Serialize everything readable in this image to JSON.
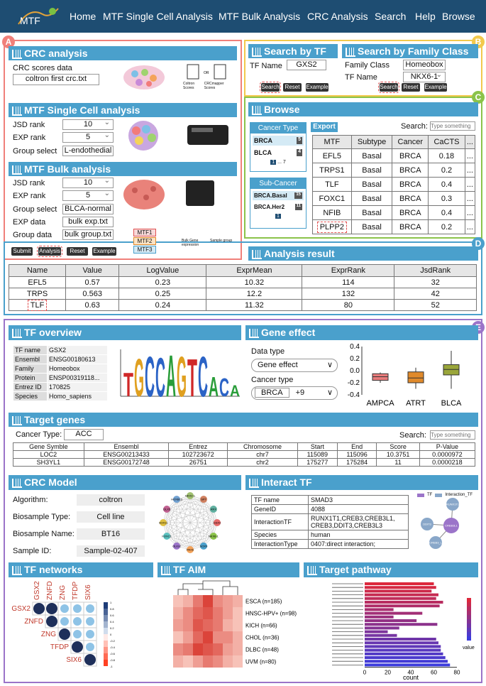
{
  "nav": {
    "links": [
      "Home",
      "MTF Single Cell Analysis",
      "MTF Bulk Analysis",
      "CRC Analysis",
      "Search",
      "Help",
      "Browse"
    ],
    "logo": "MTF"
  },
  "badges": {
    "a": "A",
    "b": "B",
    "c": "C",
    "d": "D",
    "e": "E"
  },
  "crc": {
    "title": "CRC analysis",
    "scores_label": "CRC scores data",
    "scores_value": "coltron first crc.txt",
    "fig_labels": [
      "Coltron Scores",
      "CRCmapper Scores"
    ],
    "fig_or": "OR"
  },
  "single": {
    "title": "MTF Single Cell analysis",
    "jsd_label": "JSD rank",
    "jsd": "10",
    "exp_label": "EXP rank",
    "exp": "5",
    "group_label": "Group select",
    "group": "L-endothedial"
  },
  "bulk": {
    "title": "MTF Bulk analysis",
    "jsd_label": "JSD rank",
    "jsd": "10",
    "exp_label": "EXP rank",
    "exp": "5",
    "group_label": "Group select",
    "group": "BLCA-normal",
    "expdata_label": "EXP data",
    "expdata": "bulk exp.txt",
    "groupdata_label": "Group data",
    "groupdata": "bulk group.txt",
    "buttons": [
      "Submit",
      "Analysis",
      "Reset",
      "Example"
    ],
    "mtfs": [
      "MTF1",
      "MTF2",
      "MTF3"
    ],
    "file_labels": [
      "Bulk Gene expression",
      "Sample group"
    ]
  },
  "searchTF": {
    "title": "Search by TF",
    "tf_label": "TF Name",
    "tf": "GXS2",
    "buttons": [
      "Search",
      "Reset",
      "Example"
    ]
  },
  "searchFam": {
    "title": "Search by Family Class",
    "fam_label": "Family Class",
    "fam": "Homeobox",
    "tf_label": "TF Name",
    "tf": "NKX6-1",
    "buttons": [
      "Search",
      "Reset",
      "Example"
    ]
  },
  "browse": {
    "title": "Browse",
    "cancer_type": "Cancer Type",
    "export": "Export",
    "search_label": "Search:",
    "search_placeholder": "Type something",
    "types": [
      {
        "name": "BRCA",
        "count": "5"
      },
      {
        "name": "BLCA",
        "count": "4"
      }
    ],
    "pager1": [
      "1",
      "...",
      "7"
    ],
    "sub_cancer": "Sub-Cancer",
    "subs": [
      {
        "name": "BRCA.Basal",
        "count": "15"
      },
      {
        "name": "BRCA.Her2",
        "count": "11"
      }
    ],
    "pager2": [
      "1"
    ],
    "headers": [
      "MTF",
      "Subtype",
      "Cancer",
      "CaCTS",
      "..."
    ],
    "rows": [
      [
        "EFL5",
        "Basal",
        "BRCA",
        "0.18",
        "..."
      ],
      [
        "TRPS1",
        "Basal",
        "BRCA",
        "0.2",
        "..."
      ],
      [
        "TLF",
        "Basal",
        "BRCA",
        "0.4",
        "..."
      ],
      [
        "FOXC1",
        "Basal",
        "BRCA",
        "0.3",
        "..."
      ],
      [
        "NFIB",
        "Basal",
        "BRCA",
        "0.4",
        "..."
      ],
      [
        "PLPP2",
        "Basal",
        "BRCA",
        "0.2",
        "..."
      ]
    ]
  },
  "analysis": {
    "title": "Analysis result",
    "headers": [
      "Name",
      "Value",
      "LogValue",
      "ExprMean",
      "ExprRank",
      "JsdRank"
    ],
    "rows": [
      [
        "EFL5",
        "0.57",
        "0.23",
        "10.32",
        "114",
        "32"
      ],
      [
        "TRPS",
        "0.563",
        "0.25",
        "12.2",
        "132",
        "42"
      ],
      [
        "TLF",
        "0.63",
        "0.24",
        "11.32",
        "80",
        "52"
      ]
    ]
  },
  "tfoverview": {
    "title": "TF overview",
    "rows": [
      [
        "TF name",
        "GSX2"
      ],
      [
        "Ensembl",
        "ENSG00180613"
      ],
      [
        "Family",
        "Homeobox"
      ],
      [
        "Protein",
        "ENSP00319118..."
      ],
      [
        "Entrez ID",
        "170825"
      ],
      [
        "Species",
        "Homo_sapiens"
      ]
    ],
    "logo": "TGCCAGTCACA"
  },
  "gene": {
    "title": "Gene effect",
    "dt_label": "Data type",
    "dt": "Gene effect",
    "ct_label": "Cancer type",
    "ct": "BRCA",
    "plus": "+9",
    "chart_data": {
      "type": "box",
      "categories": [
        "AMPCA",
        "ATRT",
        "BLCA"
      ],
      "ylim": [
        -0.4,
        0.4
      ],
      "yticks": [
        "0.4",
        "0.2",
        "0.0",
        "-0.2",
        "-0.4"
      ],
      "series": [
        {
          "q1": -0.16,
          "median": -0.1,
          "q3": -0.05,
          "min": -0.2,
          "max": -0.03,
          "color": "#e87b7b"
        },
        {
          "q1": -0.2,
          "median": -0.12,
          "q3": -0.02,
          "min": -0.3,
          "max": 0.05,
          "color": "#e08a2b"
        },
        {
          "q1": -0.07,
          "median": 0.02,
          "q3": 0.1,
          "min": -0.3,
          "max": 0.33,
          "color": "#9aa63a"
        }
      ]
    }
  },
  "target": {
    "title": "Target genes",
    "ct_label": "Cancer Type:",
    "ct": "ACC",
    "search_label": "Search:",
    "search_placeholder": "Type something",
    "headers": [
      "Gene Symble",
      "Ensembl",
      "Entrez",
      "Chromosome",
      "Start",
      "End",
      "Score",
      "P-Value"
    ],
    "rows": [
      [
        "LOC2",
        "ENSG00213433",
        "102723672",
        "chr7",
        "115089",
        "115096",
        "10.3751",
        "0.0000972"
      ],
      [
        "SH3YL1",
        "ENSG00172748",
        "26751",
        "chr2",
        "175277",
        "175284",
        "11",
        "0.0000218"
      ]
    ]
  },
  "crcmodel": {
    "title": "CRC Model",
    "fields": [
      [
        "Algorithm:",
        "coltron"
      ],
      [
        "Biosample Type:",
        "Cell line"
      ],
      [
        "Biosample Name:",
        "BT16"
      ],
      [
        "Sample ID:",
        "Sample-02-407"
      ]
    ],
    "nodes": [
      "GSX2",
      "NKX6-1",
      "SOX9",
      "PAX6",
      "OLIG2",
      "FOXC1",
      "SOX11",
      "DLX5",
      "HOXB13",
      "NKX2-1",
      "SP7",
      "RFX"
    ]
  },
  "interact": {
    "title": "Interact TF",
    "rows": [
      [
        "TF name",
        "SMAD3"
      ],
      [
        "GeneID",
        "4088"
      ],
      [
        "InteractionTF",
        "RUNX1T1,CREB3,CREB3L1, CREB3,DDIT3,CREB3L3"
      ],
      [
        "Species",
        "human"
      ],
      [
        "InteractionType",
        "0407:direct interaction;"
      ]
    ],
    "legend": [
      "TF",
      "Interaction_TF"
    ],
    "net": [
      "RUNX1T1",
      "DDIT3",
      "CREB3L1",
      "CREB3_L"
    ]
  },
  "networks": {
    "title": "TF networks",
    "genes": [
      "GSX2",
      "ZNFD",
      "ZNG",
      "TFDP",
      "SIX6"
    ],
    "scale": [
      "1",
      "0.8",
      "0.6",
      "0.4",
      "0.2",
      "0",
      "-0.2",
      "-0.4",
      "-0.6",
      "-0.8",
      "-1"
    ]
  },
  "aim": {
    "title": "TF AIM",
    "rows": [
      "ESCA (n=185)",
      "HNSC-HPV+ (n=98)",
      "KICH (n=66)",
      "CHOL (n=36)",
      "DLBC (n=48)",
      "UVM (n=80)"
    ]
  },
  "pathway": {
    "title": "Target pathway",
    "chart_data": {
      "type": "bar",
      "orientation": "horizontal",
      "xlabel": "count",
      "xticks": [
        "0",
        "20",
        "40",
        "60",
        "80"
      ],
      "xlim": [
        0,
        80
      ],
      "legend_title": "value",
      "values": [
        60,
        62,
        58,
        64,
        62,
        68,
        65,
        25,
        50,
        25,
        45,
        63,
        30,
        20,
        28,
        62,
        64,
        66,
        66,
        68,
        70,
        72,
        74
      ]
    }
  }
}
